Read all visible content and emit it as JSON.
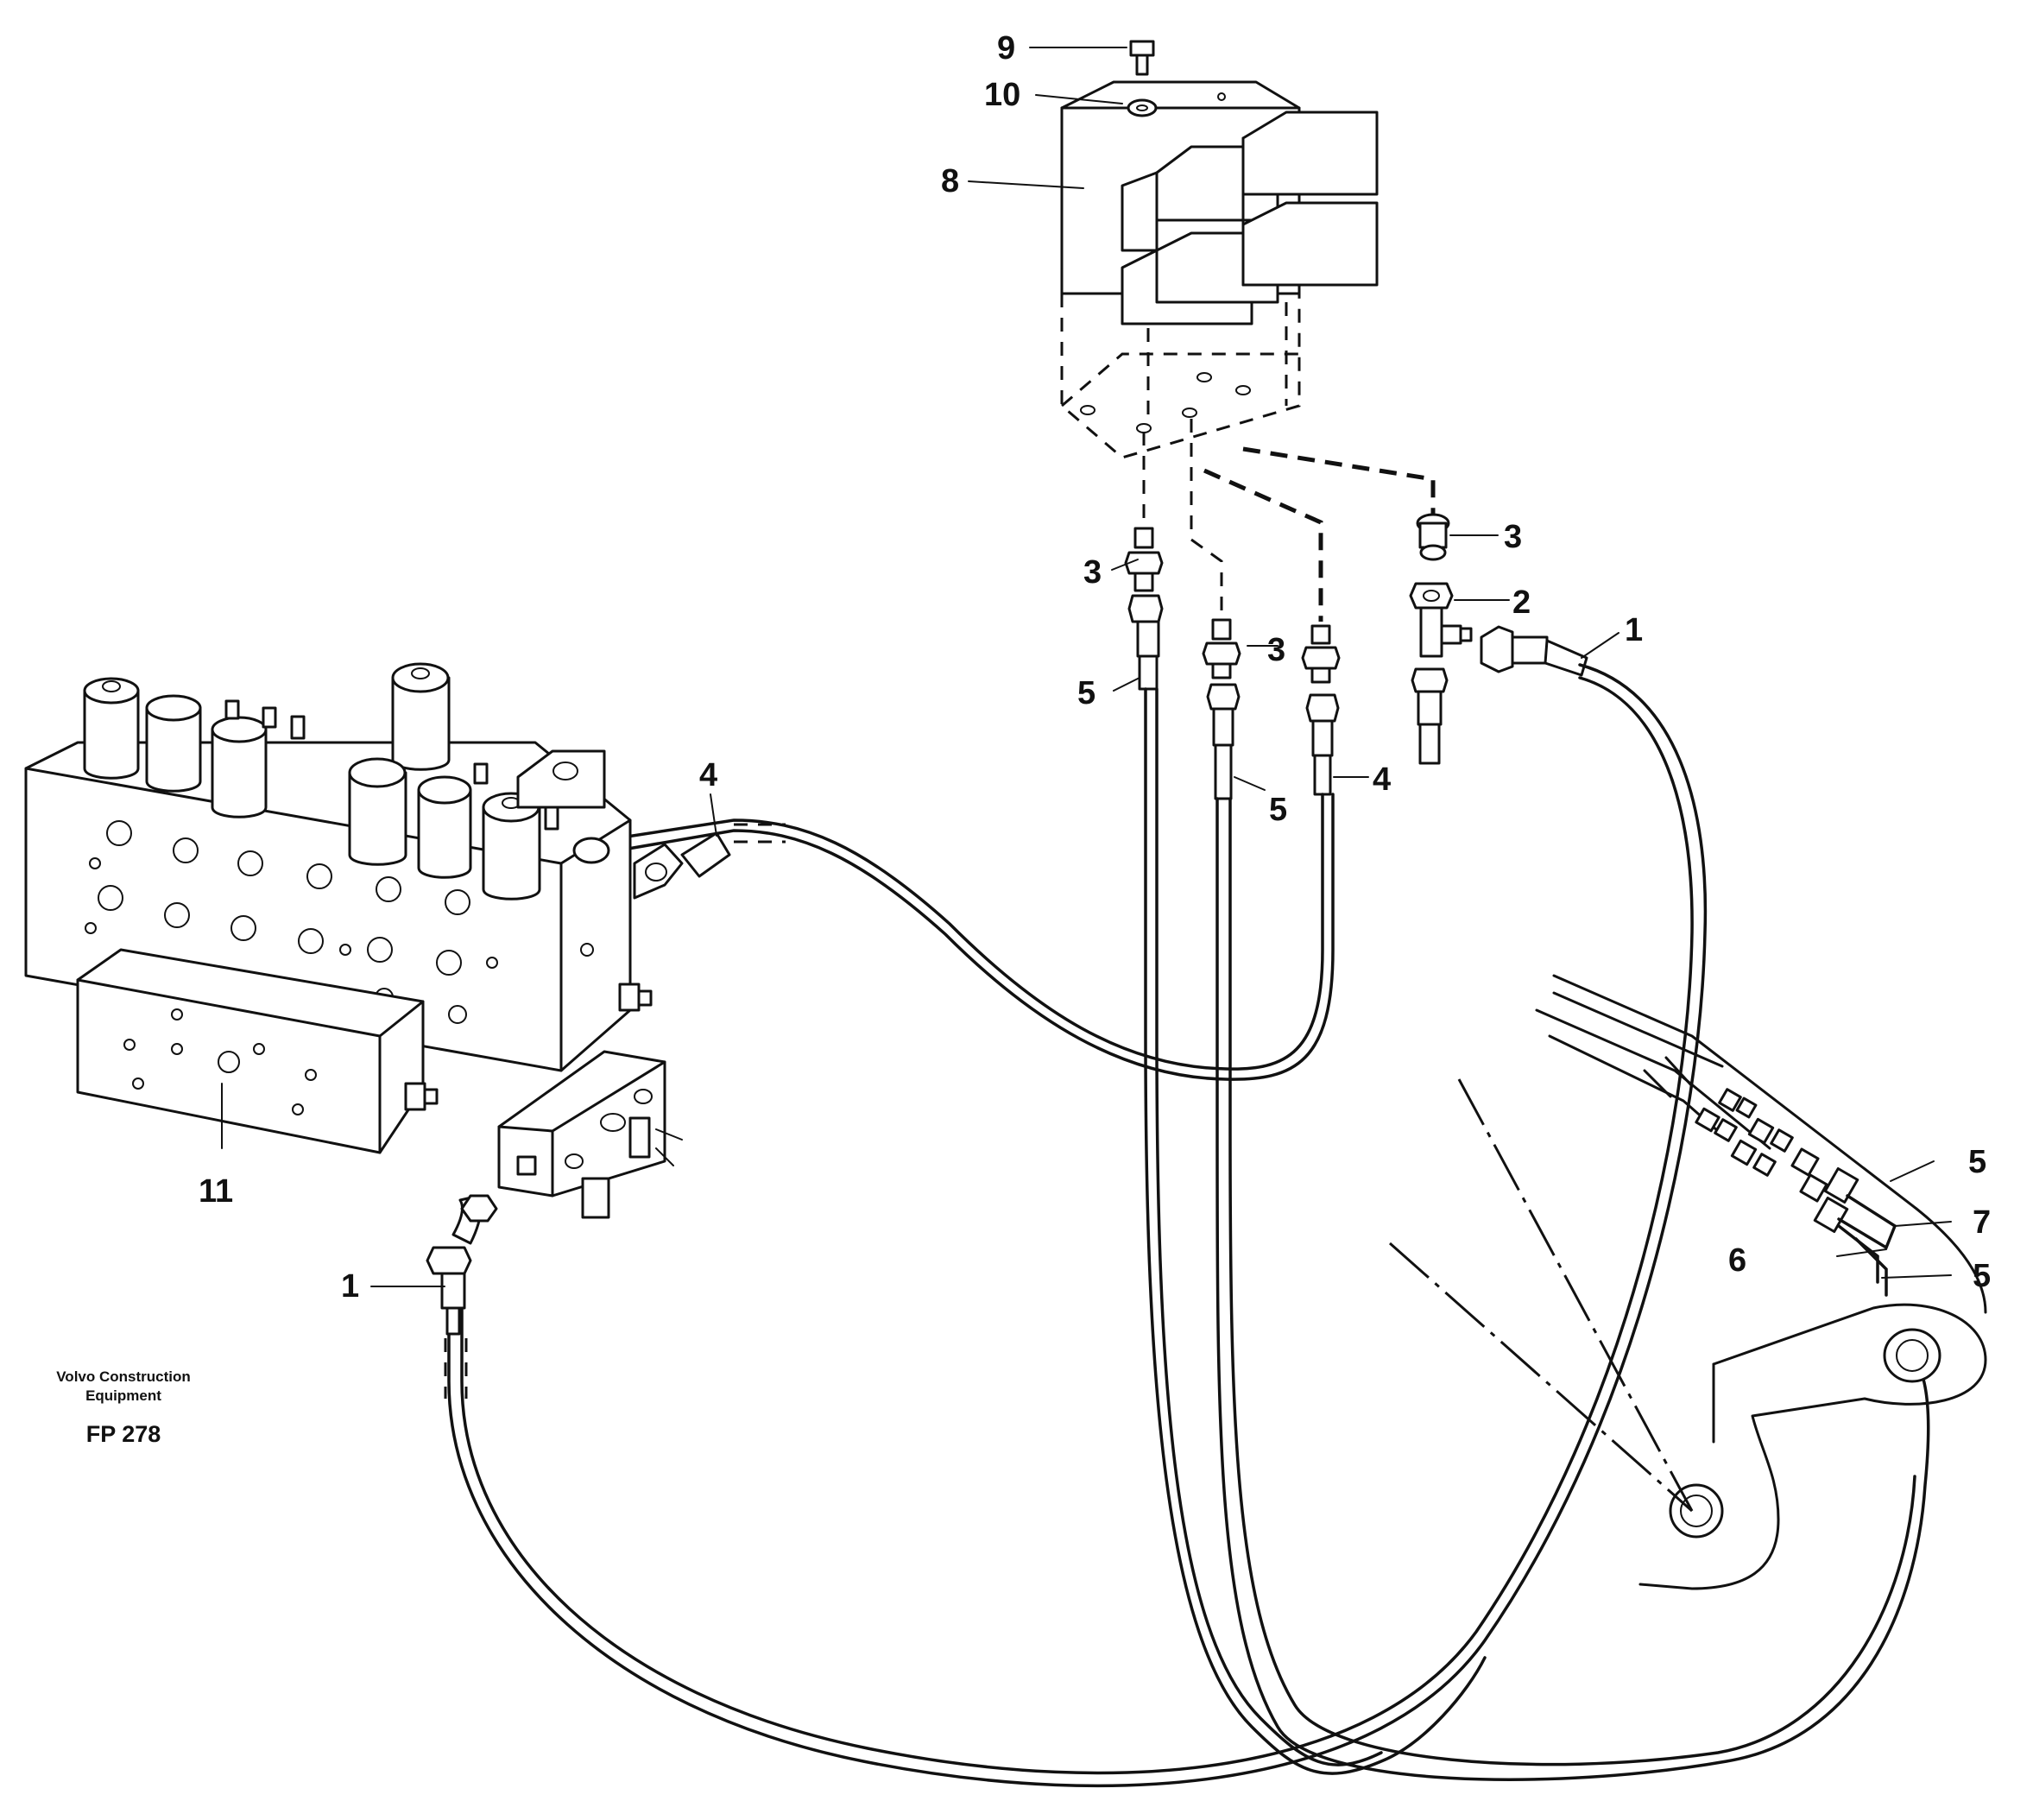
{
  "brand": {
    "line1": "Volvo Construction",
    "line2": "Equipment",
    "code": "FP 278"
  },
  "callouts": {
    "c9": "9",
    "c10": "10",
    "c8": "8",
    "c3a": "3",
    "c3b": "3",
    "c3c": "3",
    "c2": "2",
    "c1a": "1",
    "c5a": "5",
    "c5b": "5",
    "c4a": "4",
    "c4b": "4",
    "c11": "11",
    "c1b": "1",
    "c5c": "5",
    "c7": "7",
    "c6": "6",
    "c5d": "5"
  }
}
